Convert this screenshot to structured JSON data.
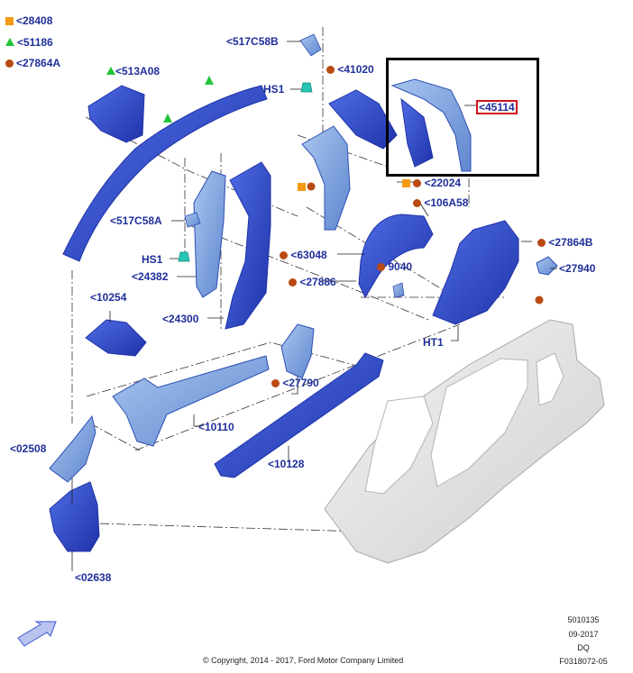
{
  "legend": [
    {
      "marker": "orange-square",
      "color": "#f59a12",
      "text": "<28408"
    },
    {
      "marker": "green-triangle",
      "color": "#22c43a",
      "text": "<51186"
    },
    {
      "marker": "brown-dot",
      "color": "#b84a12",
      "text": "<27864A"
    }
  ],
  "callouts": {
    "c513A08": "<513A08",
    "c517C58B": "<517C58B",
    "hs1_top": "HS1",
    "c41020": "<41020",
    "c45114": "<45114",
    "c22024": "<22024",
    "c106A58": "<106A58",
    "c517C58A": "<517C58A",
    "hs1_mid": "HS1",
    "c24382": "<24382",
    "c63048": "<63048",
    "c27864B": "<27864B",
    "c9040": "9040",
    "c27940": "<27940",
    "c27886": "<27886",
    "c10254": "<10254",
    "c24300": "<24300",
    "ht1": "HT1",
    "c27790": "<27790",
    "c10110": "<10110",
    "c02508": "<02508",
    "c10128": "<10128",
    "c02638": "<02638"
  },
  "info": {
    "code": "5010135",
    "date": "09-2017",
    "suffix": "DQ",
    "figure": "F0318072-05"
  },
  "copyright": "© Copyright, 2014 - 2017, Ford Motor Company Limited",
  "colors": {
    "part_blue": "#3a56d6",
    "part_dark": "#1f32a8",
    "part_light": "#7fa6e0",
    "label_text": "#1f2f9a",
    "highlight_red": "#d0141c",
    "body_gray": "#e6e6e6"
  },
  "icons": [
    "view-direction-arrow-icon",
    "orange-square-icon",
    "green-triangle-icon",
    "brown-dot-icon"
  ]
}
